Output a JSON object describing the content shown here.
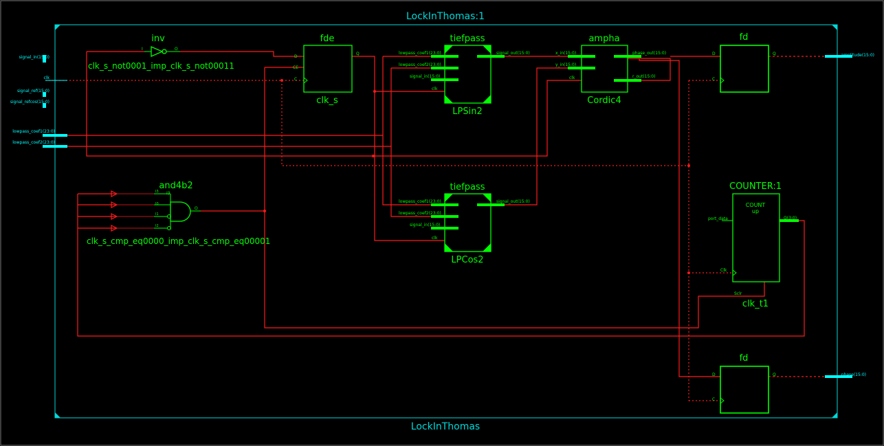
{
  "title_top": "LockInThomas:1",
  "title_bottom": "LockInThomas",
  "ports_left": [
    "signal_in(15:0)",
    "clk",
    "signal_ref(15:0)",
    "signal_refcos(15:0)",
    "lowpass_coef1(23:0)",
    "lowpass_coef2(23:0)"
  ],
  "ports_right": [
    "amplitude(15:0)",
    "phase(15:0)"
  ],
  "inv": {
    "type": "inv",
    "inst": "clk_s_not0001_imp_clk_s_not00011",
    "pin_in": "I",
    "pin_out": "O"
  },
  "fde": {
    "type": "fde",
    "inst": "clk_s",
    "pins": [
      "D",
      "CE",
      "C",
      "Q"
    ]
  },
  "lpsin": {
    "type": "tiefpass",
    "inst": "LPSin2",
    "pins": [
      "lowpass_coef1(23:0)",
      "lowpass_coef2(23:0)",
      "signal_in(15:0)",
      "clk",
      "signal_out(15:0)"
    ]
  },
  "lpcos": {
    "type": "tiefpass",
    "inst": "LPCos2",
    "pins": [
      "lowpass_coef1(23:0)",
      "lowpass_coef2(23:0)",
      "signal_in(15:0)",
      "clk",
      "signal_out(15:0)"
    ]
  },
  "ampha": {
    "type": "ampha",
    "inst": "Cordic4",
    "pins": [
      "x_in(15:0)",
      "y_in(15:0)",
      "clk",
      "phase_out(15:0)",
      "r_out(15:0)"
    ]
  },
  "fd1": {
    "type": "fd",
    "pins": [
      "D",
      "C",
      "Q"
    ]
  },
  "fd2": {
    "type": "fd",
    "pins": [
      "D",
      "C",
      "Q"
    ]
  },
  "and4b2": {
    "type": "and4b2",
    "inst": "clk_s_cmp_eq0000_imp_clk_s_cmp_eq00001",
    "subinst": "I3",
    "pins": [
      "I0",
      "I1",
      "I2",
      "I3",
      "O"
    ]
  },
  "counter": {
    "type": "COUNTER:1",
    "inner1": "COUNT",
    "inner2": "up",
    "inst": "clk_t1",
    "pins": [
      "port_data",
      "Q(3:0)",
      "Clk",
      "Sclr"
    ]
  },
  "colors": {
    "block": "#00ff00",
    "wire": "#ff1a1a",
    "port": "#00ffff",
    "frame": "#00d8d8",
    "bg": "#000000"
  }
}
